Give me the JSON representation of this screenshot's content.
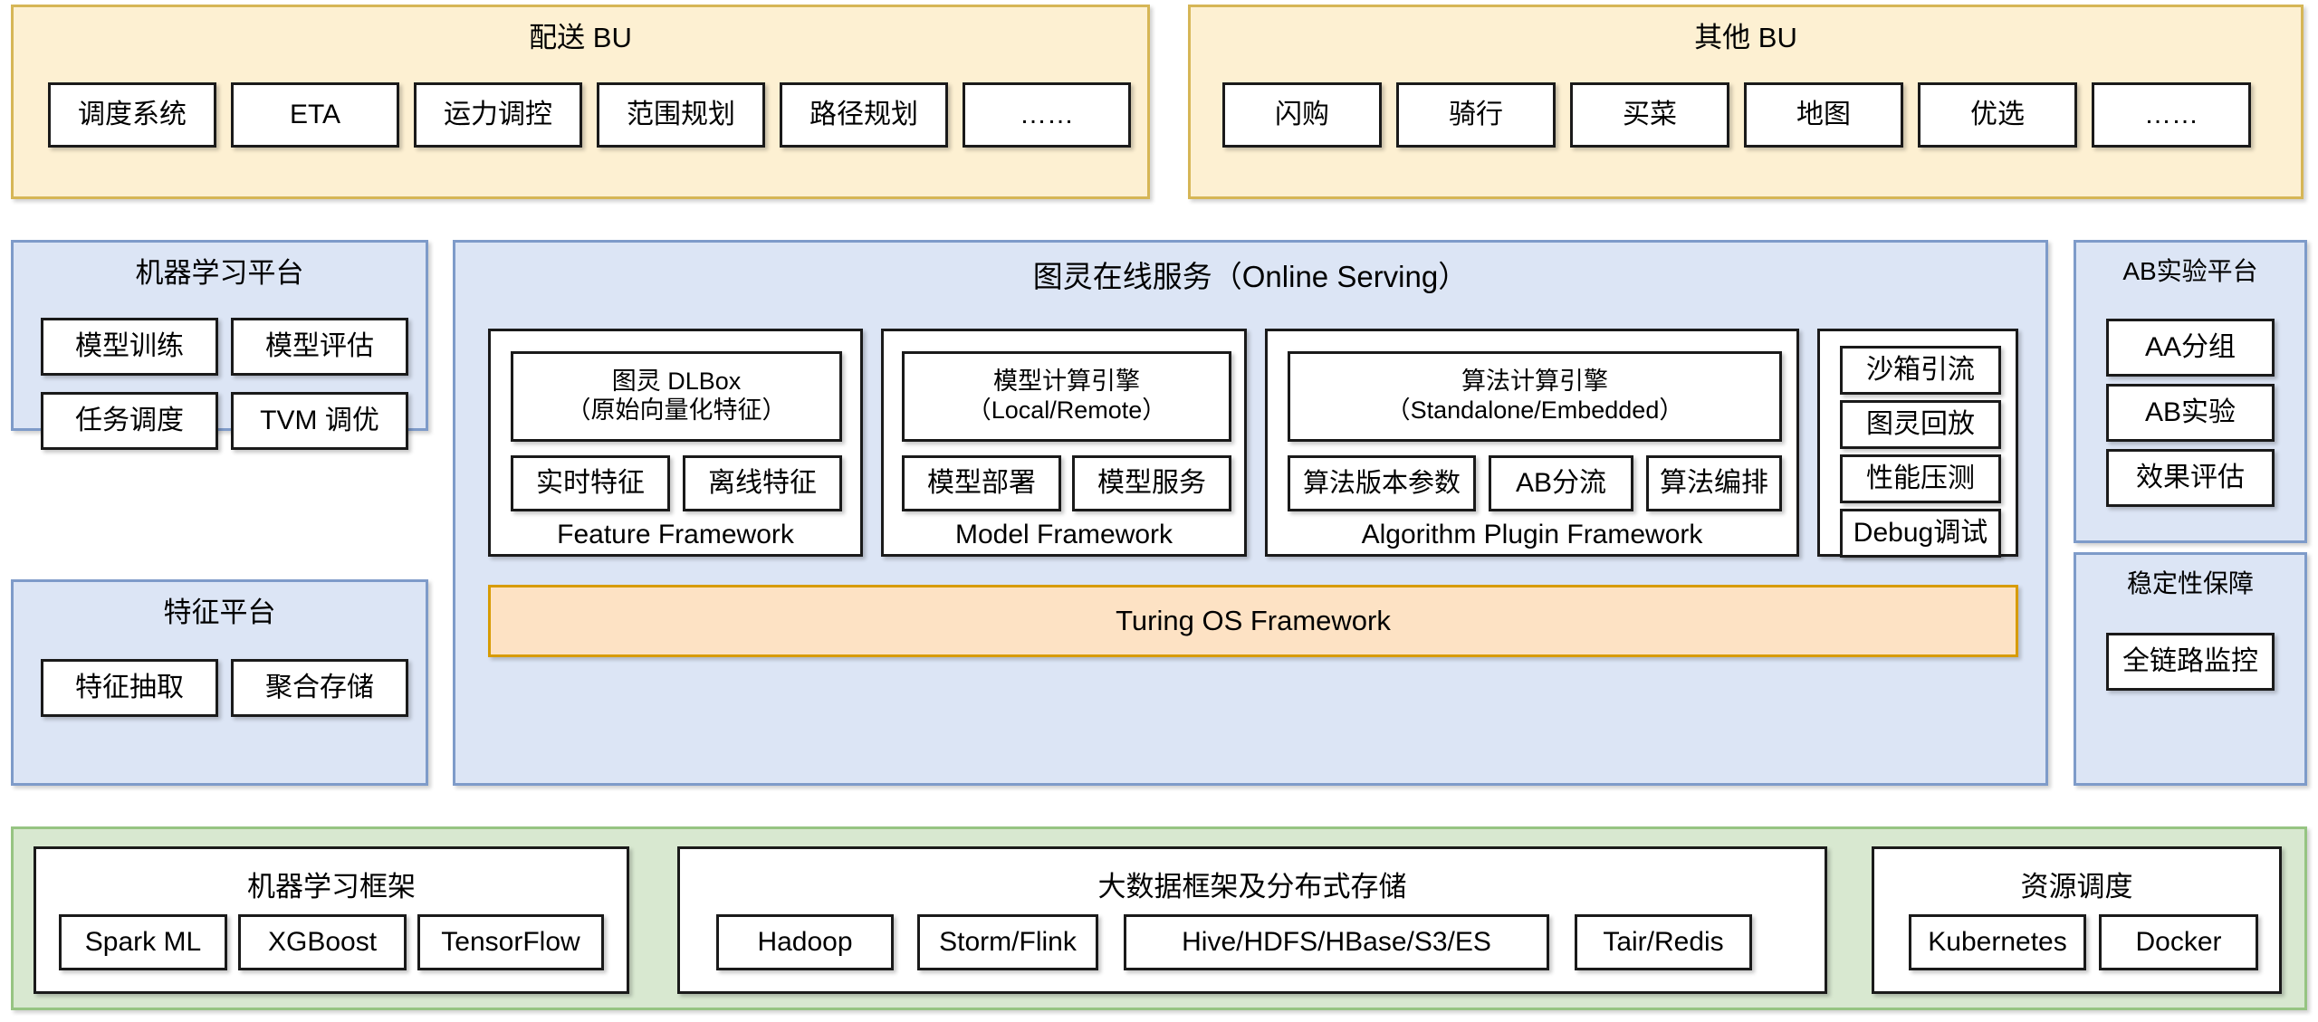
{
  "colors": {
    "yellow_fill": "#fdf0d2",
    "yellow_border": "#d6b656",
    "blue_fill": "#dce5f5",
    "blue_border": "#7e9bc9",
    "green_fill": "#d8e8d0",
    "green_border": "#96c482",
    "orange_fill": "#fde2c4",
    "orange_border": "#d79b00",
    "box_border": "#1a1a1a",
    "box_fill": "#ffffff"
  },
  "bu_row": {
    "delivery_bu": {
      "title": "配送 BU",
      "items": [
        "调度系统",
        "ETA",
        "运力调控",
        "范围规划",
        "路径规划",
        "……"
      ]
    },
    "other_bu": {
      "title": "其他 BU",
      "items": [
        "闪购",
        "骑行",
        "买菜",
        "地图",
        "优选",
        "……"
      ]
    }
  },
  "left_column": {
    "ml_platform": {
      "title": "机器学习平台",
      "items": [
        "模型训练",
        "模型评估",
        "任务调度",
        "TVM 调优"
      ]
    },
    "feature_platform": {
      "title": "特征平台",
      "items": [
        "特征抽取",
        "聚合存储"
      ]
    }
  },
  "online_serving": {
    "title": "图灵在线服务（Online Serving）",
    "feature_framework": {
      "head": "图灵 DLBox\n（原始向量化特征）",
      "items": [
        "实时特征",
        "离线特征"
      ],
      "caption": "Feature Framework"
    },
    "model_framework": {
      "head": "模型计算引擎\n（Local/Remote）",
      "items": [
        "模型部署",
        "模型服务"
      ],
      "caption": "Model Framework"
    },
    "algorithm_framework": {
      "head": "算法计算引擎\n（Standalone/Embedded）",
      "items": [
        "算法版本参数",
        "AB分流",
        "算法编排"
      ],
      "caption": "Algorithm Plugin Framework"
    },
    "tools_column": {
      "items": [
        "沙箱引流",
        "图灵回放",
        "性能压测",
        "Debug调试"
      ]
    },
    "os_bar": "Turing OS Framework"
  },
  "right_column": {
    "ab_platform": {
      "title": "AB实验平台",
      "items": [
        "AA分组",
        "AB实验",
        "效果评估"
      ]
    },
    "stability": {
      "title": "稳定性保障",
      "items": [
        "全链路监控"
      ]
    }
  },
  "infra_row": {
    "ml_frameworks": {
      "title": "机器学习框架",
      "items": [
        "Spark ML",
        "XGBoost",
        "TensorFlow"
      ]
    },
    "bigdata": {
      "title": "大数据框架及分布式存储",
      "items": [
        "Hadoop",
        "Storm/Flink",
        "Hive/HDFS/HBase/S3/ES",
        "Tair/Redis"
      ]
    },
    "resource": {
      "title": "资源调度",
      "items": [
        "Kubernetes",
        "Docker"
      ]
    }
  }
}
